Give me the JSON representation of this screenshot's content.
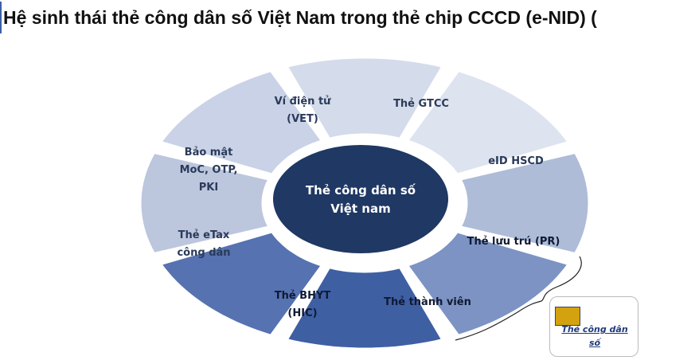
{
  "title": "Hệ sinh thái thẻ công dân số Việt Nam trong thẻ chip CCCD (e-NID) (",
  "center": {
    "line1": "Thẻ công dân số",
    "line2": "Việt nam",
    "color": "#1f3864"
  },
  "segments": [
    {
      "lines": [
        "Ví điện tử",
        "(VET)"
      ],
      "color": "#d4dbea"
    },
    {
      "lines": [
        "Thẻ GTCC"
      ],
      "color": "#dde3ef"
    },
    {
      "lines": [
        "eID HSCD"
      ],
      "color": "#aebcd8"
    },
    {
      "lines": [
        "Thẻ lưu trú (PR)"
      ],
      "color": "#7c93c4"
    },
    {
      "lines": [
        "Thẻ thành viên"
      ],
      "color": "#3f5fa3"
    },
    {
      "lines": [
        "Thẻ BHYT",
        "(HIC)"
      ],
      "color": "#5672b1"
    },
    {
      "lines": [
        "Thẻ eTax",
        "công dân"
      ],
      "color": "#bcc6dd"
    },
    {
      "lines": [
        "Bảo mật",
        "MoC, OTP,",
        "PKI"
      ],
      "color": "#c9d2e6"
    }
  ],
  "card": {
    "label": "Thẻ công dân số",
    "chip_icon": "smart-chip-icon"
  }
}
